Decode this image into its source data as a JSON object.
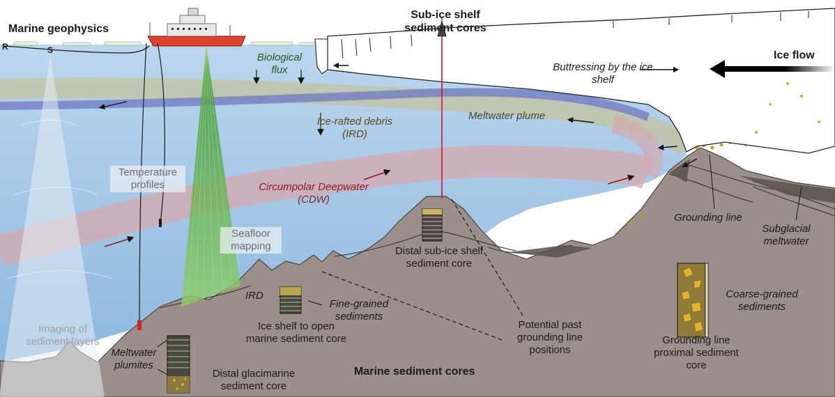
{
  "headings": {
    "marine_geophysics": "Marine geophysics",
    "sub_ice_cores": "Sub-ice shelf sediment cores",
    "marine_sediment_cores": "Marine sediment cores",
    "ice_flow": "Ice flow"
  },
  "instrument_markers": {
    "r": "R",
    "s": "S"
  },
  "processes": {
    "biological_flux": "Biological flux",
    "ird": "Ice-rafted debris (IRD)",
    "meltwater_plume": "Meltwater plume",
    "cdw": "Circumpolar Deepwater (CDW)",
    "buttressing": "Buttressing by the ice shelf",
    "grounding_line": "Grounding line",
    "subglacial_meltwater": "Subglacial meltwater"
  },
  "methods": {
    "temperature_profiles": "Temperature profiles",
    "seafloor_mapping": "Seafloor mapping",
    "imaging_sediment_layers": "Imaging of sediment layers"
  },
  "cores": {
    "distal_sub_ice": "Distal sub-ice shelf sediment core",
    "ice_shelf_to_open": "Ice shelf to open marine sediment core",
    "distal_glacimarine": "Distal glacimarine sediment core",
    "grounding_line_proximal": "Grounding line proximal sediment core"
  },
  "core_features": {
    "ird": "IRD",
    "fine_grained": "Fine-grained sediments",
    "meltwater_plumites": "Meltwater plumites",
    "coarse_grained": "Coarse-grained sediments"
  },
  "past_grounding": "Potential past grounding line positions",
  "colors": {
    "ocean": "#9ec3e4",
    "seafloor": "#9c9089",
    "ice": "#ffffff",
    "cdw": "#d4a7ad",
    "meltwater": "#c1be8f",
    "deep_current": "#6d78c2",
    "ship_hull": "#e0452b",
    "multibeam": "#43a047"
  }
}
